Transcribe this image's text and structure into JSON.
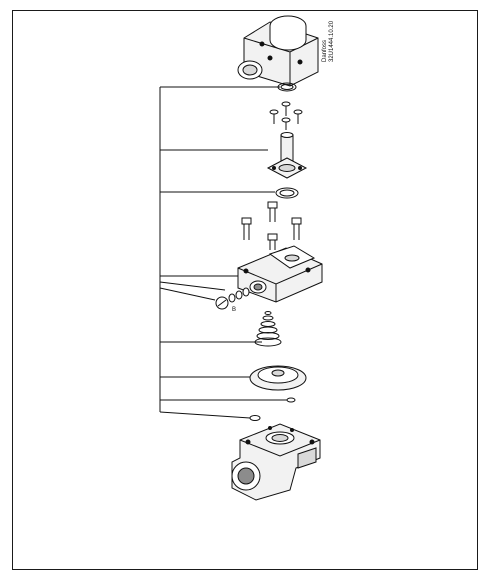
{
  "document": {
    "brand_label": "Danfoss",
    "drawing_code": "32U1444.10.20",
    "callout_letter": "B"
  },
  "colors": {
    "line": "#111111",
    "fill_light": "#f2f2f2",
    "fill_mid": "#d9d9d9",
    "fill_dark": "#8c8c8c",
    "background": "#ffffff"
  }
}
